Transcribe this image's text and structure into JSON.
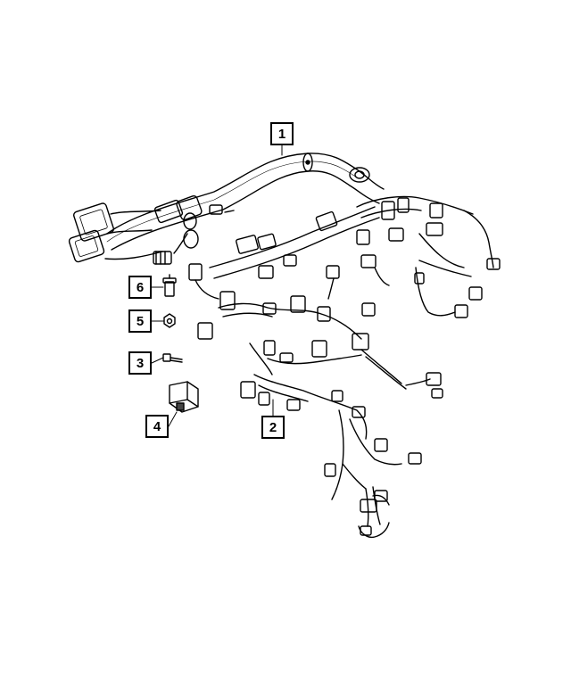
{
  "diagram": {
    "callouts": [
      {
        "id": "c1",
        "label": "1",
        "part": "main-harness"
      },
      {
        "id": "c2",
        "label": "2",
        "part": "engine-sub-harness"
      },
      {
        "id": "c3",
        "label": "3",
        "part": "bolt"
      },
      {
        "id": "c4",
        "label": "4",
        "part": "bracket-clip"
      },
      {
        "id": "c5",
        "label": "5",
        "part": "nut"
      },
      {
        "id": "c6",
        "label": "6",
        "part": "stud-spacer"
      }
    ],
    "colors": {
      "line": "#000000",
      "fill": "#ffffff",
      "shade": "#444444"
    }
  }
}
